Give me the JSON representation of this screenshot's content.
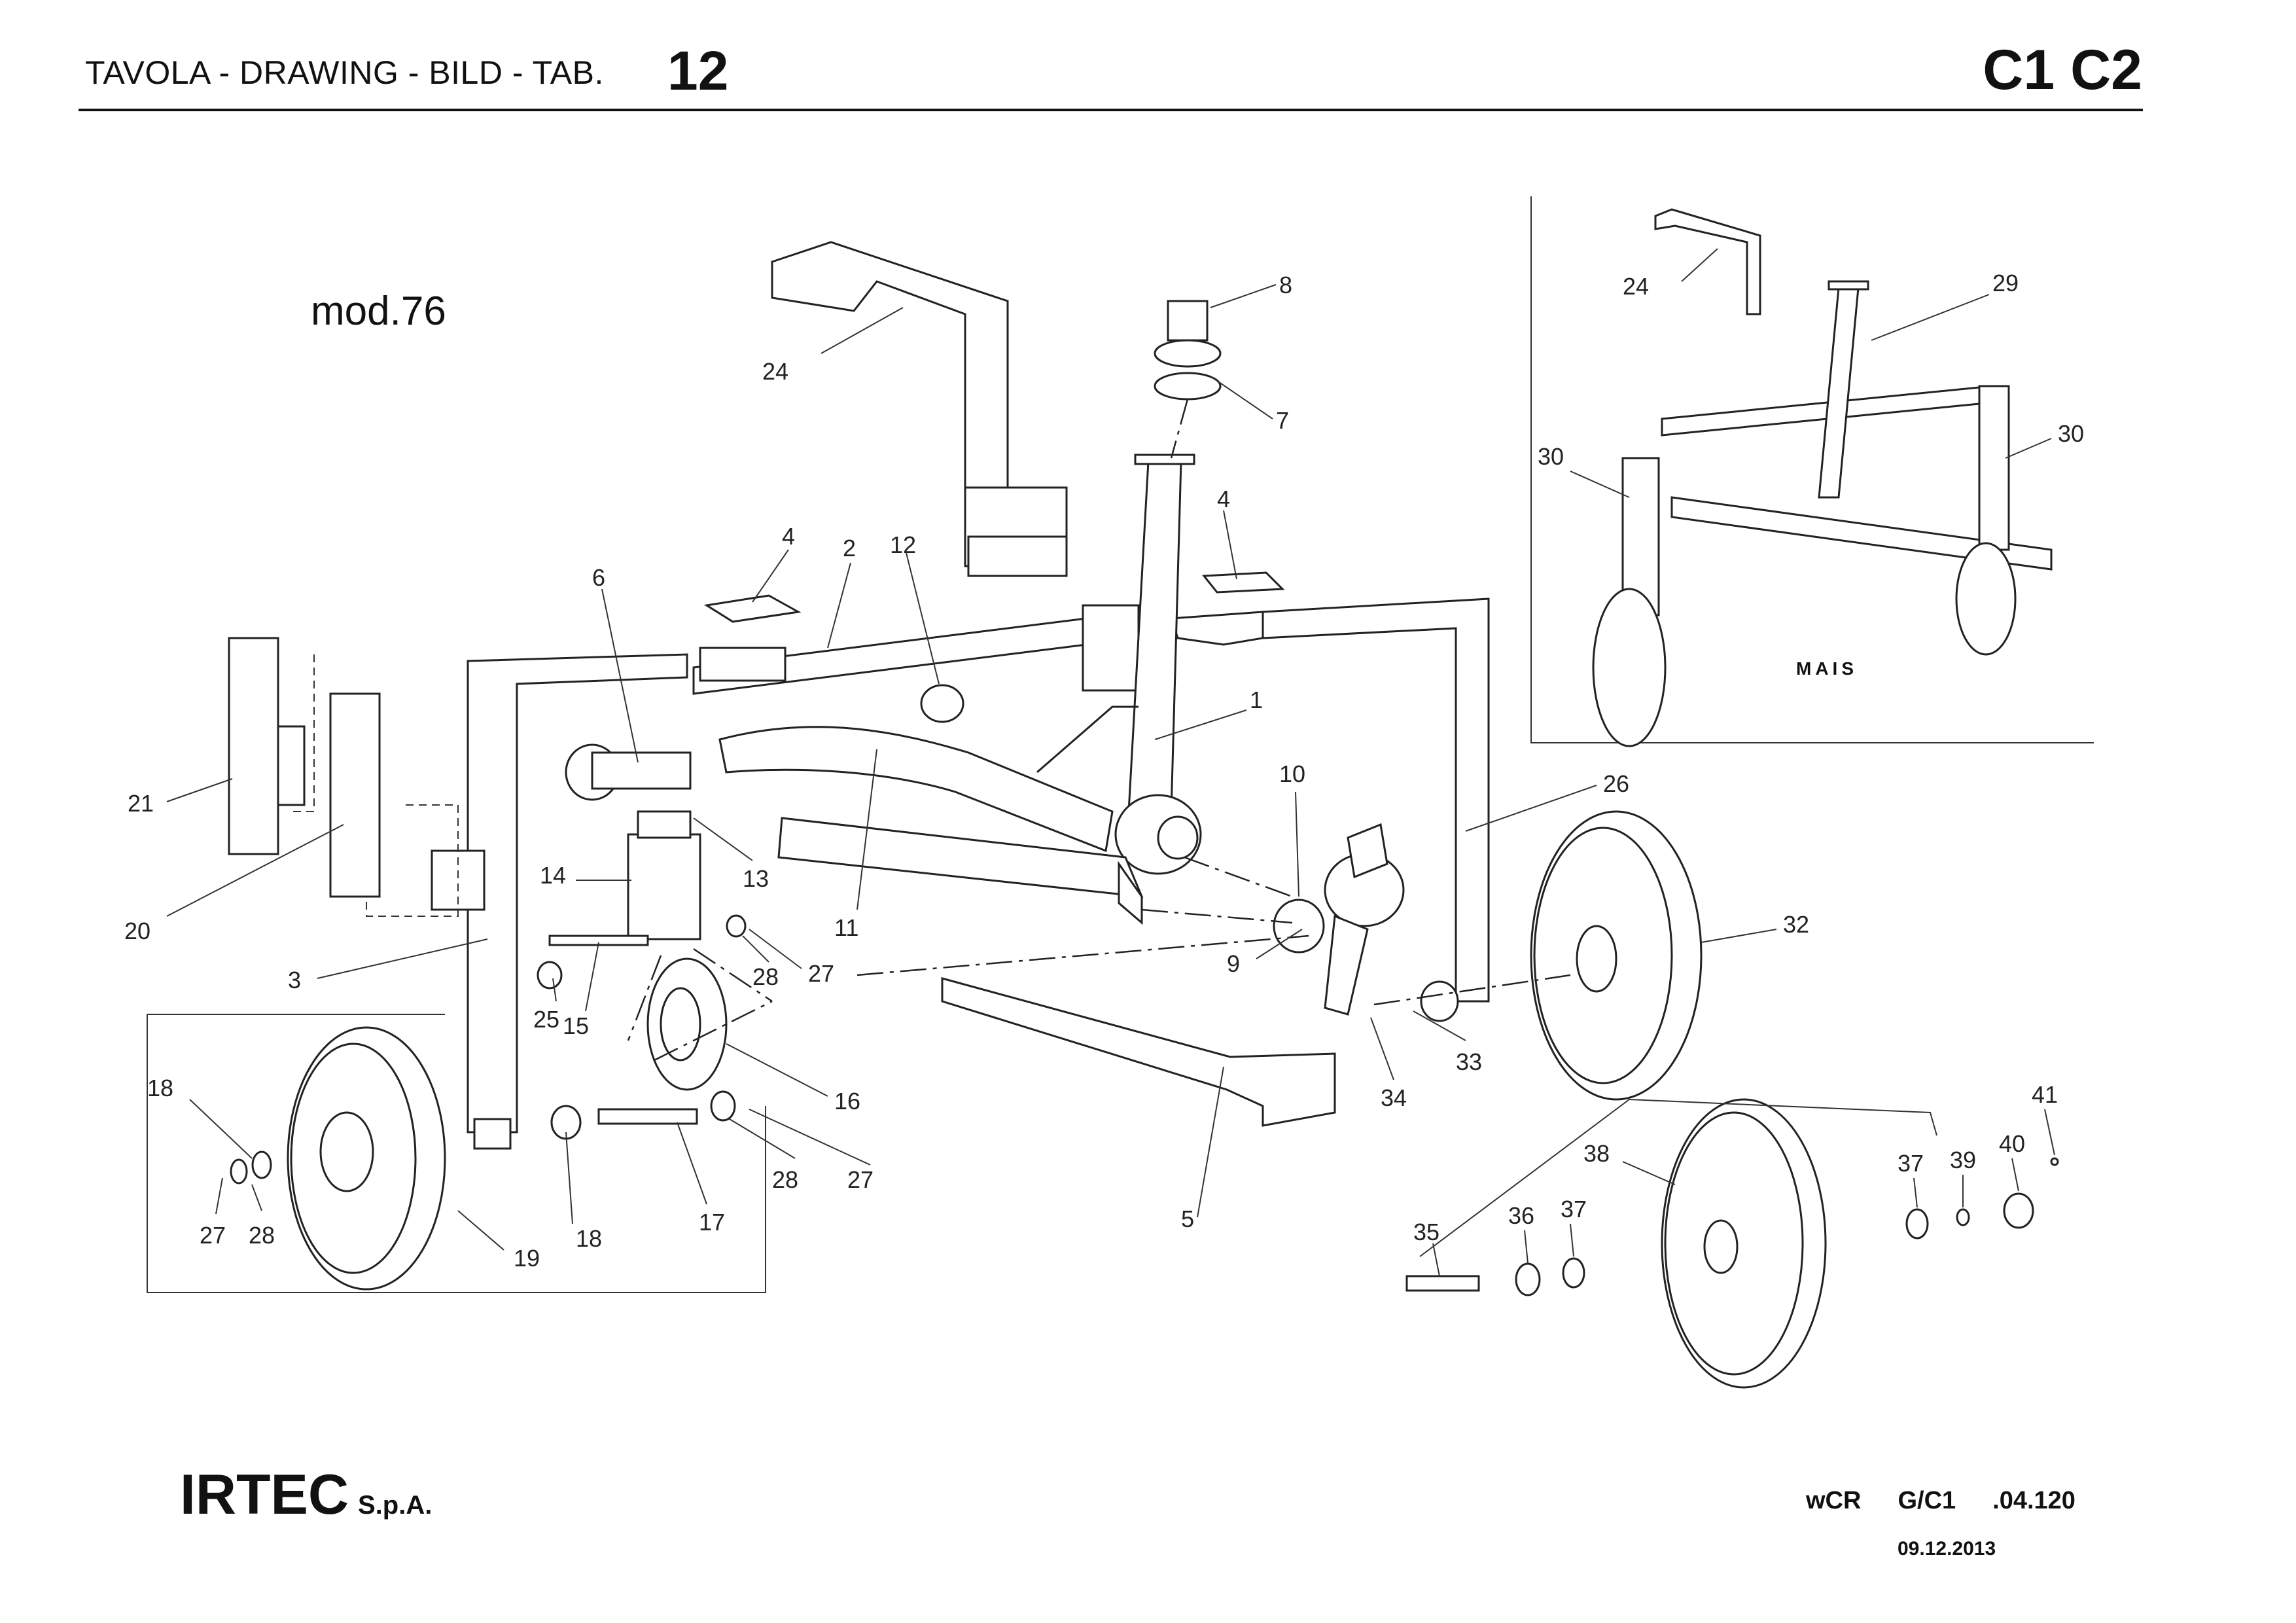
{
  "header": {
    "title": "TAVOLA - DRAWING - BILD - TAB.",
    "table_number": "12",
    "models": "C1 C2"
  },
  "drawing": {
    "model_label": "mod.76",
    "inset_label": "MAIS",
    "part_callouts": [
      "1",
      "2",
      "3",
      "4",
      "5",
      "6",
      "7",
      "8",
      "9",
      "10",
      "11",
      "12",
      "13",
      "14",
      "15",
      "16",
      "17",
      "18",
      "19",
      "20",
      "21",
      "24",
      "25",
      "26",
      "27",
      "28",
      "29",
      "30",
      "32",
      "33",
      "34",
      "35",
      "36",
      "37",
      "38",
      "39",
      "40",
      "41"
    ]
  },
  "footer": {
    "brand": "IRTEC",
    "brand_suffix": "S.p.A.",
    "code_parts": [
      "wCR",
      "G/C1",
      ".04.120"
    ],
    "date": "09.12.2013"
  }
}
